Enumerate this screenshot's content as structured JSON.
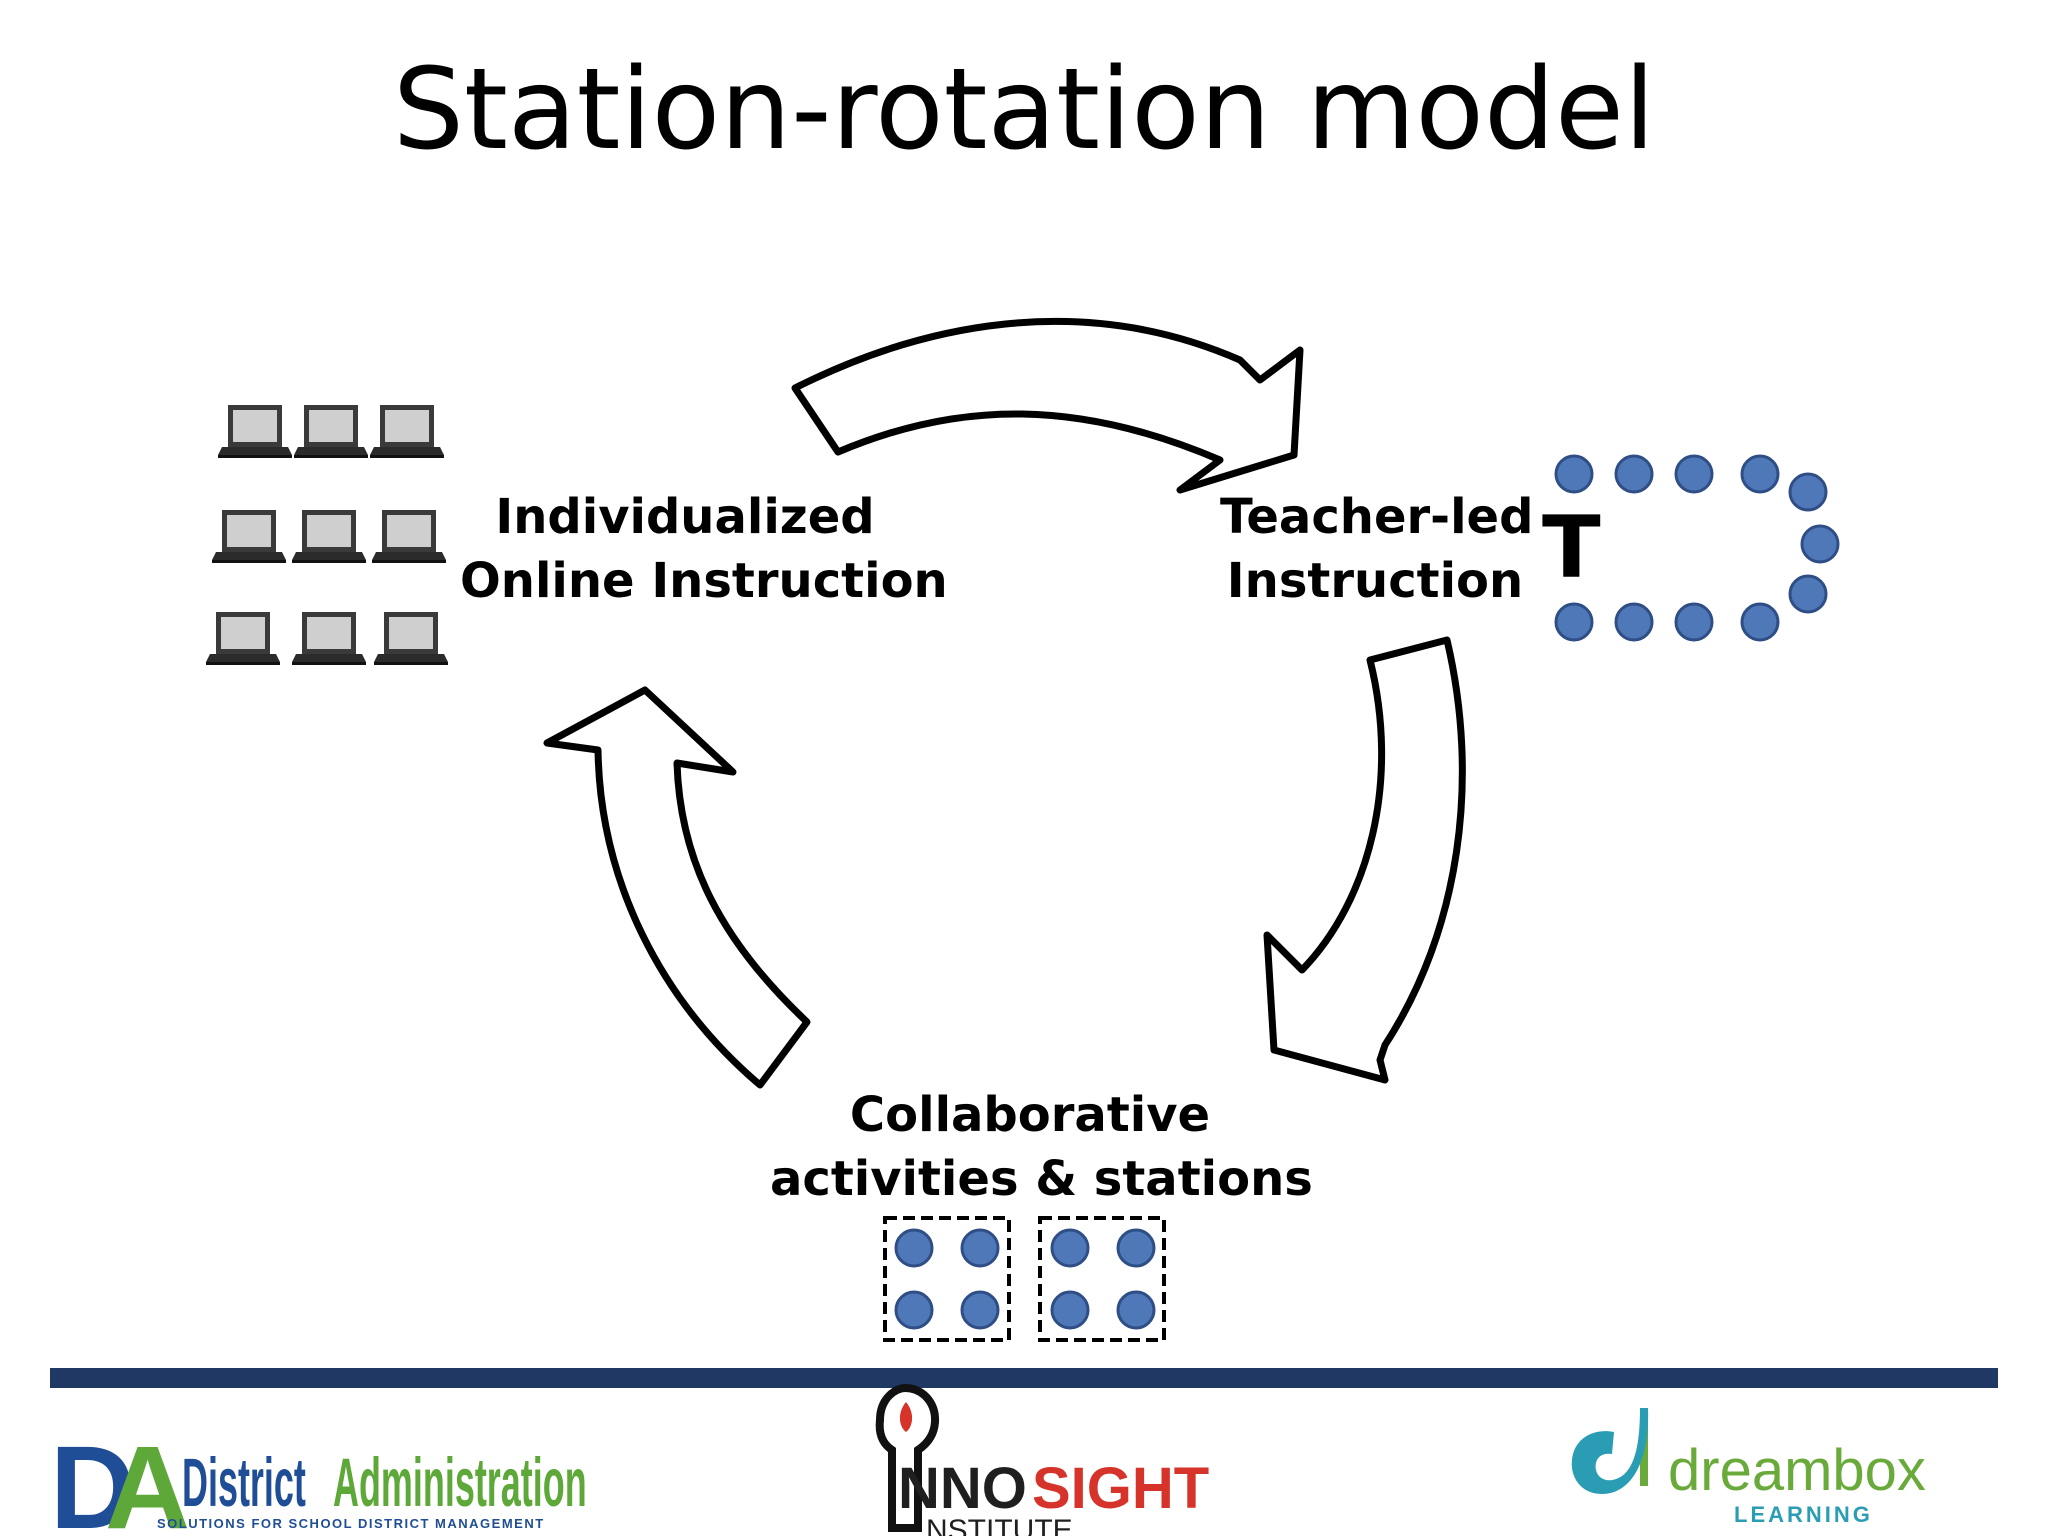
{
  "slide": {
    "title": "Station-rotation model"
  },
  "stations": {
    "online": {
      "line1": "Individualized",
      "line2": "Online Instruction"
    },
    "teacher": {
      "line1": "Teacher-led",
      "line2": "Instruction",
      "marker": "T"
    },
    "collab": {
      "line1": "Collaborative",
      "line2": "activities & stations"
    }
  },
  "colors": {
    "student_dot": "#4f78b8",
    "footer_bar": "#1f3864",
    "da_blue": "#1f4e96",
    "da_green": "#5ea83a",
    "innosight_red": "#d6332a",
    "dreambox_green": "#6aaa3a",
    "dreambox_teal": "#2a9db5"
  },
  "icons": {
    "laptop": "laptop-icon",
    "student": "student-circle-icon",
    "arrow": "curved-arrow-icon"
  },
  "footer": {
    "da": {
      "brand_left": "District",
      "brand_right": "Administration",
      "tagline": "SOLUTIONS FOR SCHOOL DISTRICT MANAGEMENT"
    },
    "innosight": {
      "brand_dark": "NNO",
      "brand_red": "SIGHT",
      "sub": "NSTITUTE"
    },
    "dreambox": {
      "brand": "dreambox",
      "sub": "LEARNING"
    }
  }
}
